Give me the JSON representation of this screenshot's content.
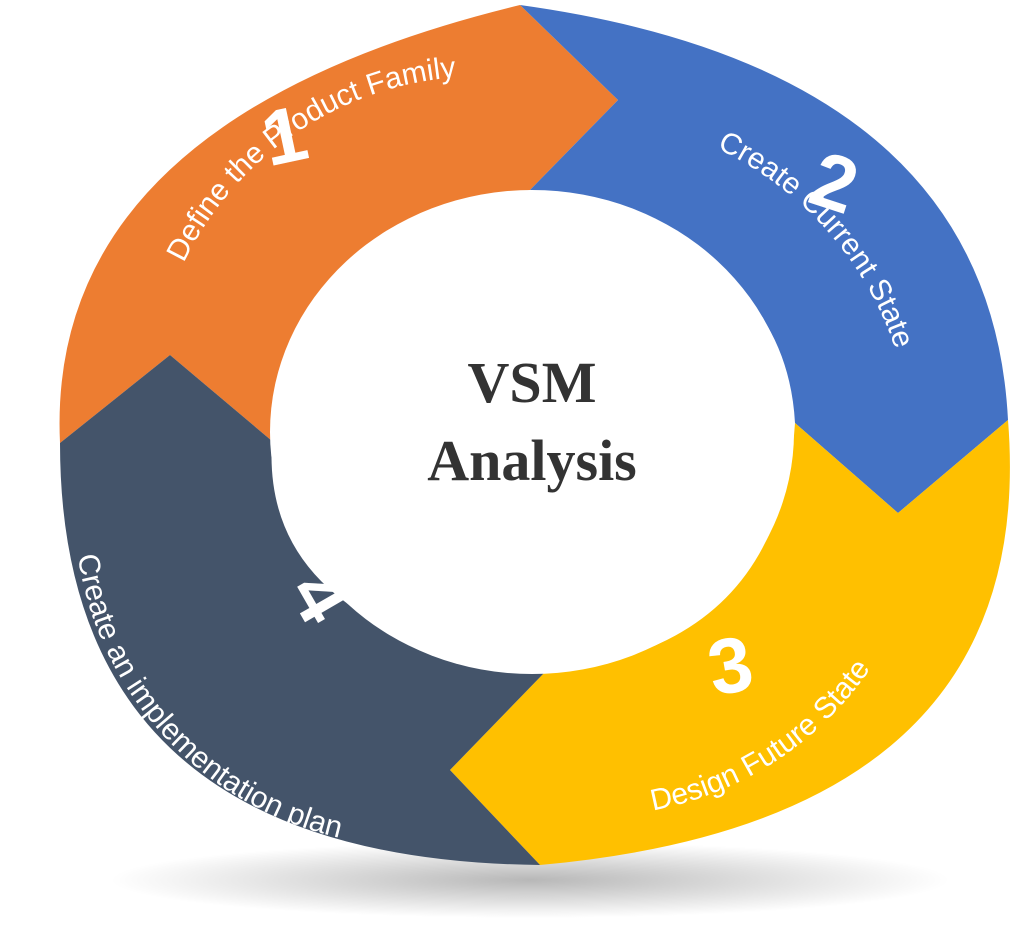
{
  "center": {
    "title_line1": "VSM",
    "title_line2": "Analysis"
  },
  "steps": [
    {
      "number": "1",
      "label": "Define the Product Family",
      "color": "#ED7D31"
    },
    {
      "number": "2",
      "label": "Create Current State",
      "color": "#4472C4"
    },
    {
      "number": "3",
      "label": "Design Future State",
      "color": "#FFC000"
    },
    {
      "number": "4",
      "label": "Create an implementation plan",
      "color": "#44546A"
    }
  ]
}
